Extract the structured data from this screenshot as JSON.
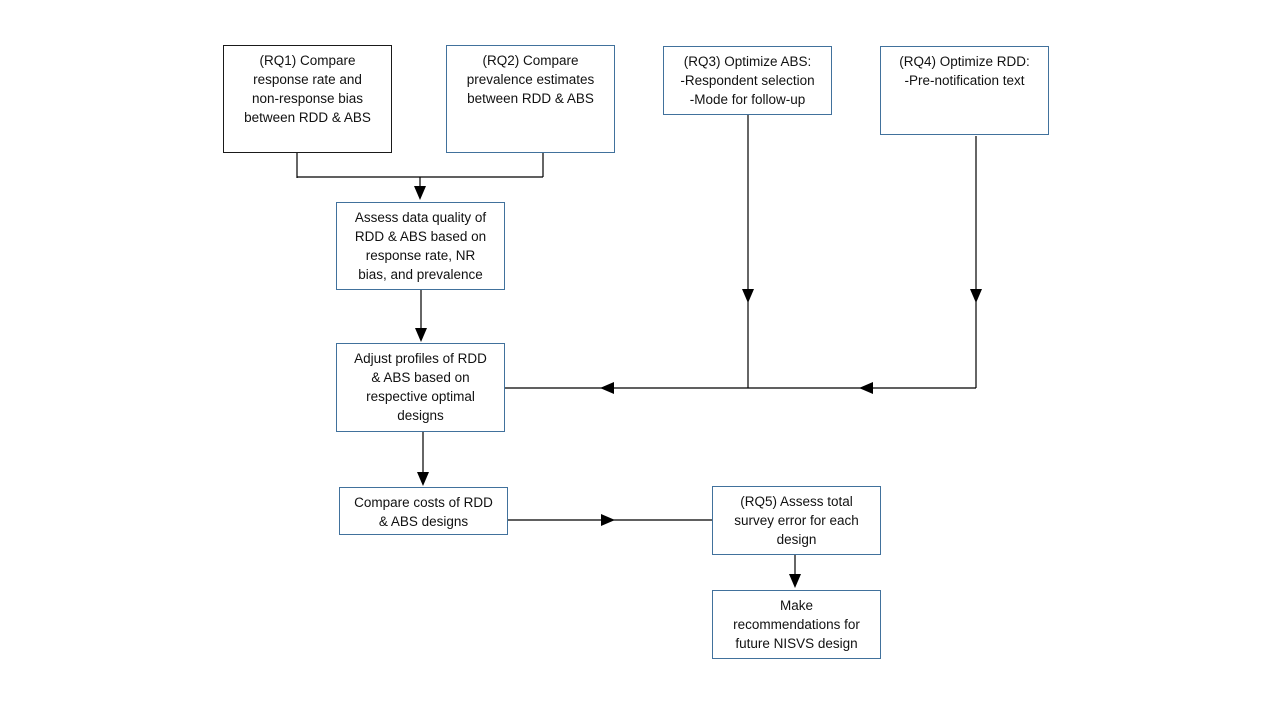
{
  "diagram": {
    "nodes": {
      "rq1": "(RQ1) Compare\nresponse rate and\nnon-response bias\nbetween RDD & ABS",
      "rq2": "(RQ2) Compare\nprevalence estimates\nbetween RDD & ABS",
      "rq3": "(RQ3) Optimize ABS:\n-Respondent selection\n-Mode for follow-up",
      "rq4": "(RQ4) Optimize RDD:\n-Pre-notification text",
      "assess_quality": "Assess data quality of\nRDD & ABS based on\nresponse rate, NR\nbias, and prevalence",
      "adjust_profiles": "Adjust profiles of RDD\n& ABS based on\nrespective optimal\ndesigns",
      "compare_costs": "Compare costs of RDD\n& ABS designs",
      "rq5": "(RQ5) Assess total\nsurvey error for each\ndesign",
      "recommendations": "Make\nrecommendations for\nfuture NISVS design"
    },
    "colors": {
      "box_border_blue": "#41719c",
      "box_border_black": "#1a1a1a",
      "line": "#000000"
    }
  }
}
